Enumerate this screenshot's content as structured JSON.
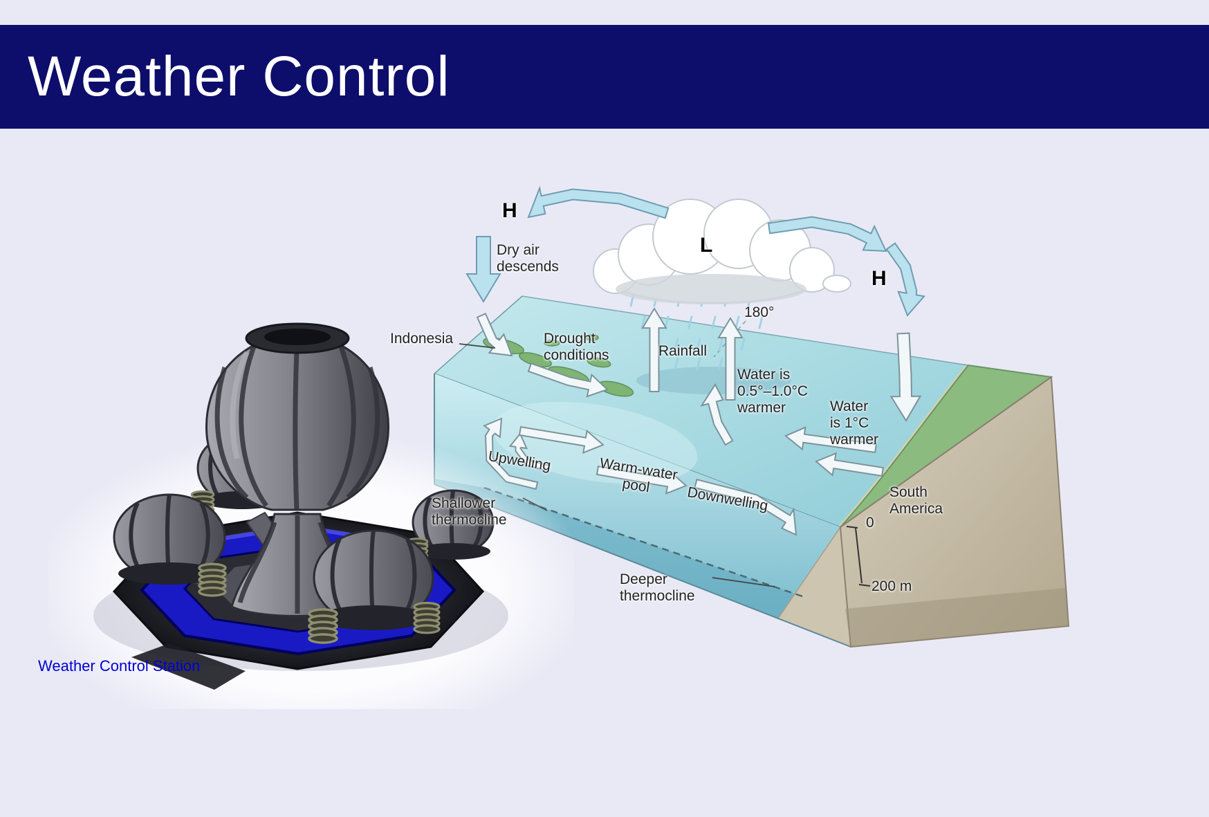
{
  "theme": {
    "background_color": "#e9e9f6",
    "header_color": "#0d0d6b",
    "title_color": "#ffffff",
    "caption_color": "#0000d2"
  },
  "header": {
    "title": "Weather Control"
  },
  "caption": {
    "text": "Weather Control Station"
  },
  "diagram": {
    "pressure_high_west": "H",
    "pressure_low": "L",
    "pressure_high_east": "H",
    "dry_air": "Dry air\ndescends",
    "indonesia": "Indonesia",
    "drought": "Drought\nconditions",
    "rainfall": "Rainfall",
    "meridian": "180°",
    "water_warmer_mid": "Water is\n0.5°–1.0°C\nwarmer",
    "water_warmer_east": "Water\nis 1°C\nwarmer",
    "upwelling": "Upwelling",
    "warm_water_pool": "Warm-water\npool",
    "downwelling": "Downwelling",
    "shallower_thermocline": "Shallower\nthermocline",
    "deeper_thermocline": "Deeper\nthermocline",
    "south_america": "South\nAmerica",
    "depth_top": "0",
    "depth_bottom": "200 m",
    "colors": {
      "ocean_surface": "#9fd4de",
      "ocean_deep": "#58a2ba",
      "land_green": "#8cbb80",
      "continent_tan": "#c9c0ab",
      "arrow_blue": "#b9e1ee"
    }
  }
}
